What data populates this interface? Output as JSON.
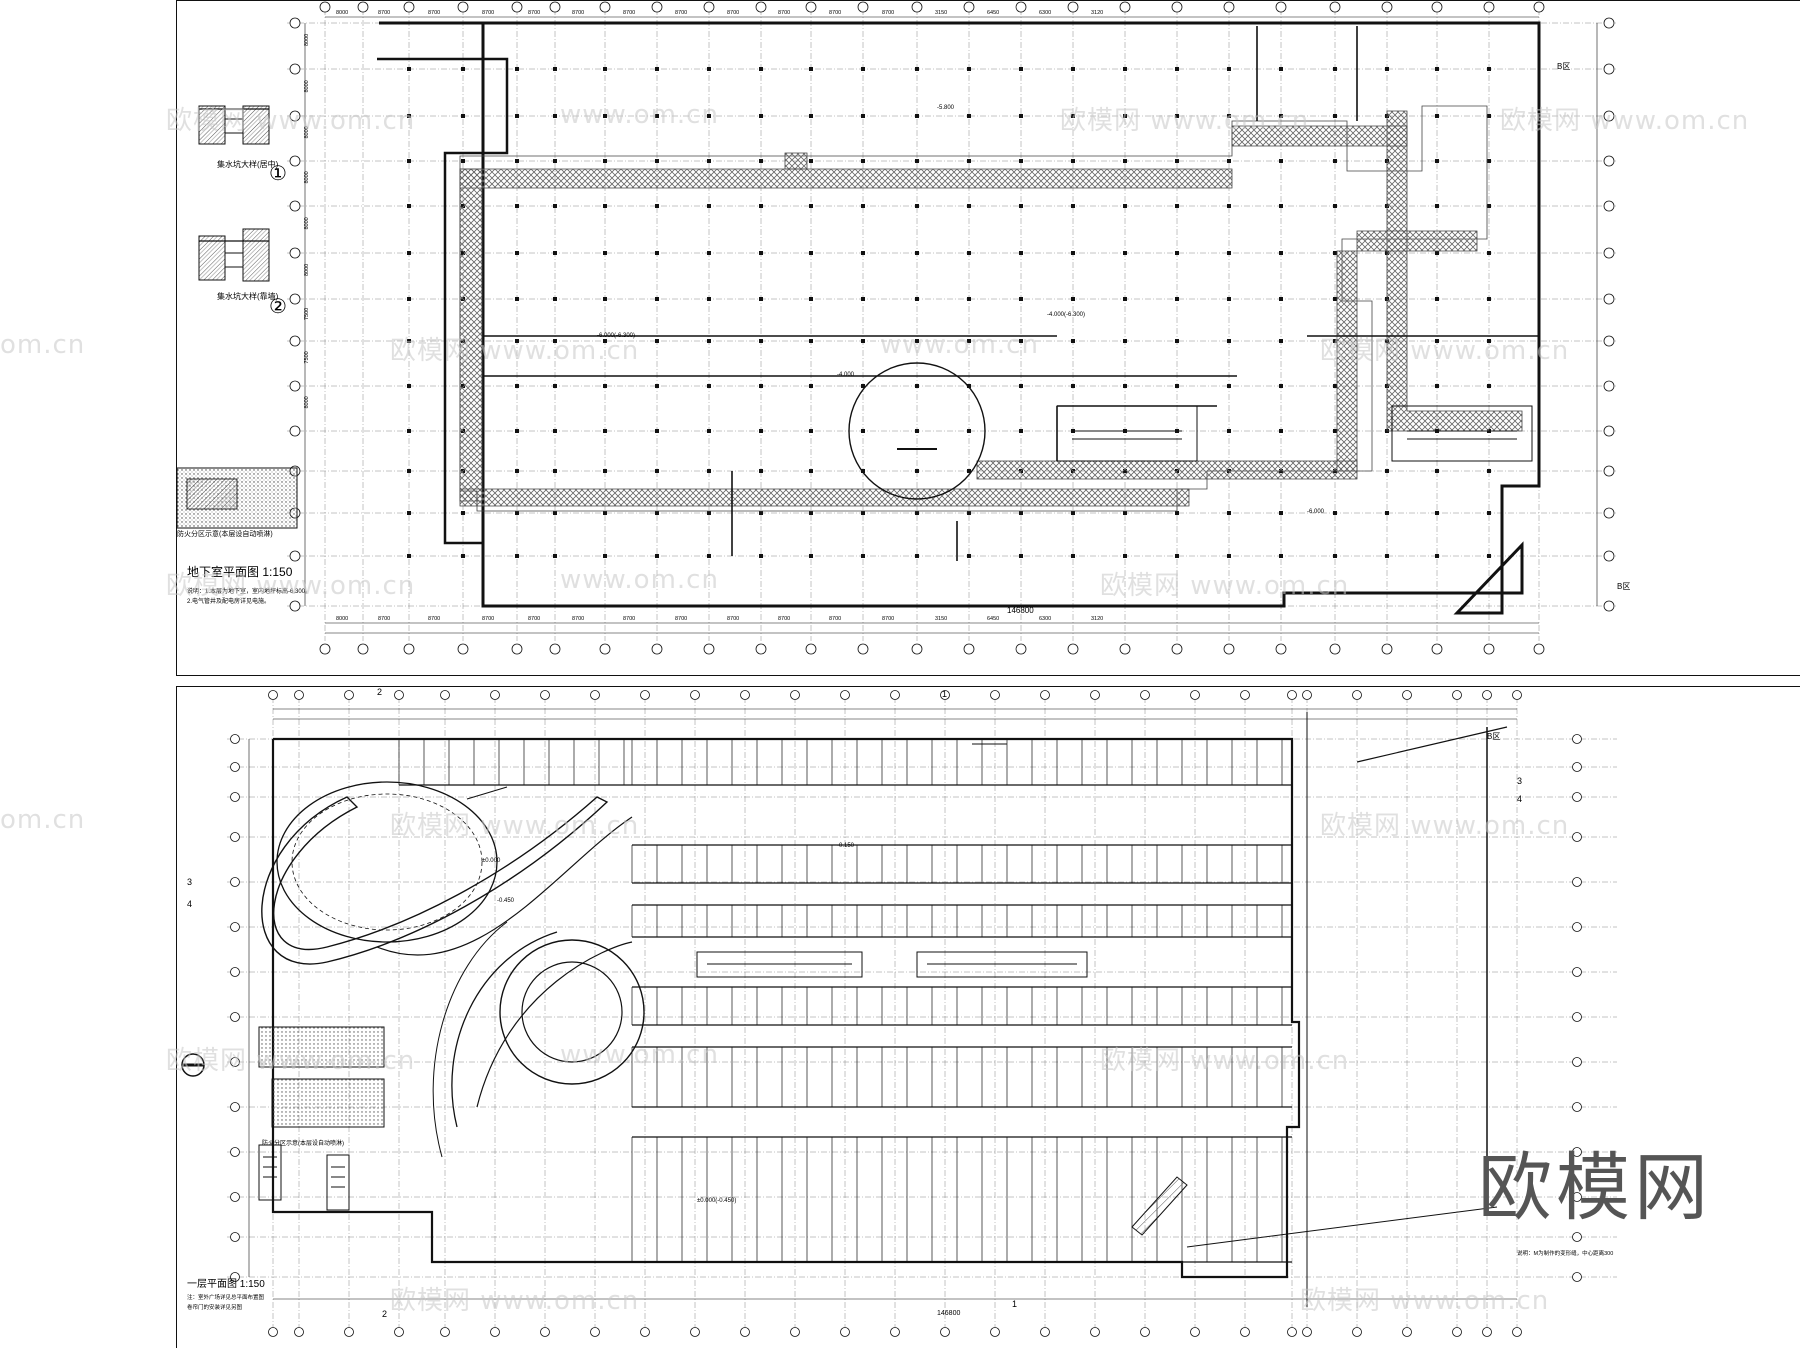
{
  "watermark": {
    "site": "www.om.cn",
    "brand": "欧模网",
    "site_short": "om.cn"
  },
  "top_plan": {
    "title": "地下室平面图 1:150",
    "notes": [
      "说明：1.本层为地下室，室内地坪标高-6.300。",
      "2.电气管井及配电房详见电施。"
    ],
    "overall_dim": "146800",
    "zone_label": "B区",
    "elevations": [
      "-6.000(-6.300)",
      "-4.000(-6.300)",
      "-5.800",
      "-4.000",
      "-6.000"
    ],
    "legend_caption": "防火分区示意(本层设自动喷淋)",
    "detail_1_caption": "集水坑大样(居中)",
    "detail_2_caption": "集水坑大样(靠墙)",
    "detail_1_num": "①",
    "detail_2_num": "②",
    "bays": [
      "8000",
      "8700",
      "8700",
      "8700",
      "8700",
      "8700",
      "8700",
      "8700",
      "8700",
      "8700",
      "8700",
      "8700",
      "3150",
      "6450",
      "6300",
      "3120"
    ],
    "left_dims": [
      "8000",
      "8000",
      "8000",
      "8000",
      "8000",
      "8000",
      "7500",
      "7500",
      "8000"
    ]
  },
  "bottom_plan": {
    "title": "一层平面图 1:150",
    "notes": [
      "注：室外广场详见总平面布置图",
      "卷帘门的安装详见另图"
    ],
    "overall_dim": "146800",
    "zone_label": "B区",
    "section_marks": [
      "2",
      "3",
      "4",
      "1"
    ],
    "legend_caption": "防火分区示意(本层设自动喷淋)",
    "elevations": [
      "±0.000",
      "-0.150",
      "-0.450",
      "±0.000(-0.450)"
    ],
    "note_right": "说明：M为制作的变形缝，中心距离300"
  }
}
